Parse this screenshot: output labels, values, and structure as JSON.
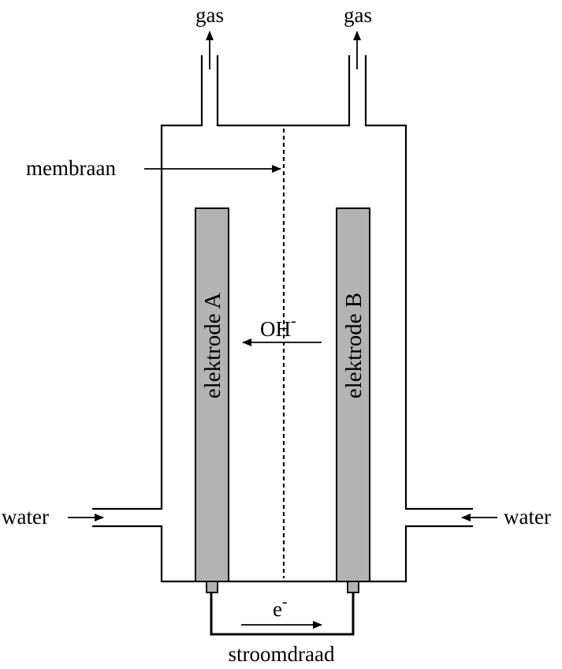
{
  "labels": {
    "gas_left": "gas",
    "gas_right": "gas",
    "membrane": "membraan",
    "water_left": "water",
    "water_right": "water",
    "electrode_a": "elektrode A",
    "electrode_b": "elektrode B",
    "ion": "OH",
    "ion_charge": "-",
    "electron": "e",
    "electron_charge": "-",
    "wire": "stroomdraad"
  },
  "colors": {
    "electrode_fill": "#b3b3b3",
    "line": "#000000",
    "background": "#ffffff"
  }
}
